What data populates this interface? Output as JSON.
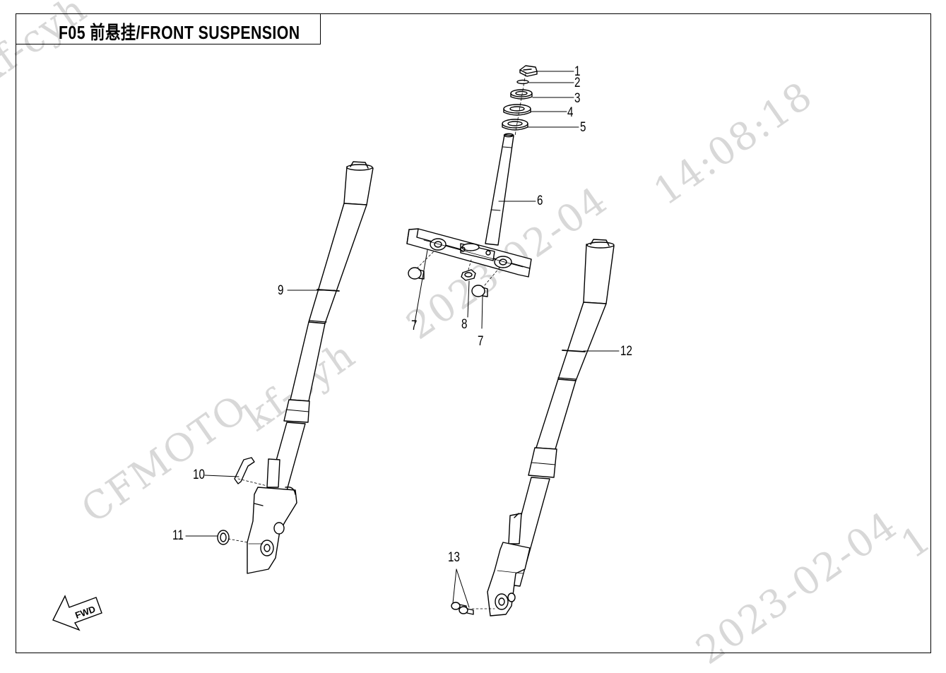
{
  "title": "F05 前悬挂/FRONT SUSPENSION",
  "watermarks": {
    "top_left": "kf-cyh",
    "center_date": "2023-02-04",
    "center_time": "14:08:18",
    "center_brand": "CFMOTO",
    "center_user": "kf-cyh",
    "bottom_right_date": "2023-02-04",
    "right_edge": "1"
  },
  "fwd_label": "FWD",
  "callouts": {
    "c1": "1",
    "c2": "2",
    "c3": "3",
    "c4": "4",
    "c5": "5",
    "c6": "6",
    "c7a": "7",
    "c7b": "7",
    "c8": "8",
    "c9": "9",
    "c10": "10",
    "c11": "11",
    "c12": "12",
    "c13": "13"
  }
}
